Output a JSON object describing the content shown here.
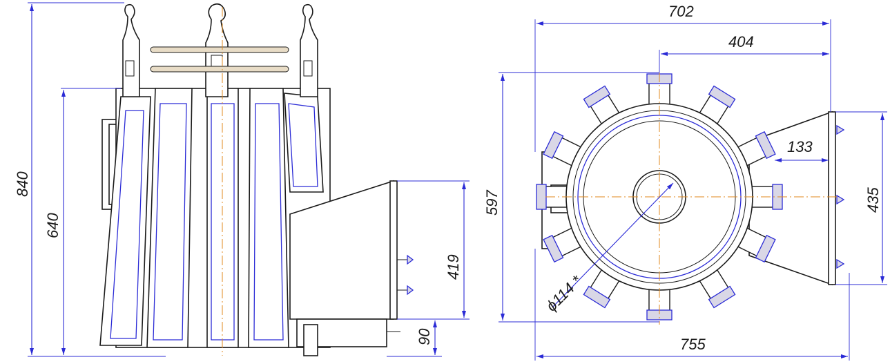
{
  "dimensions": {
    "total_height": "840",
    "body_height": "640",
    "box_height": "419",
    "box_base": "90",
    "top_width": "702",
    "offset": "404",
    "side_depth": "597",
    "box_depth": "133",
    "box_width": "435",
    "overall_width": "755",
    "diameter": "ϕ114 *"
  },
  "colors": {
    "dimension_lines": "#2b2bd6",
    "outline": "#1a1a1a",
    "axis_lines": "#e08a1e",
    "rails": "#e8dcc6"
  }
}
